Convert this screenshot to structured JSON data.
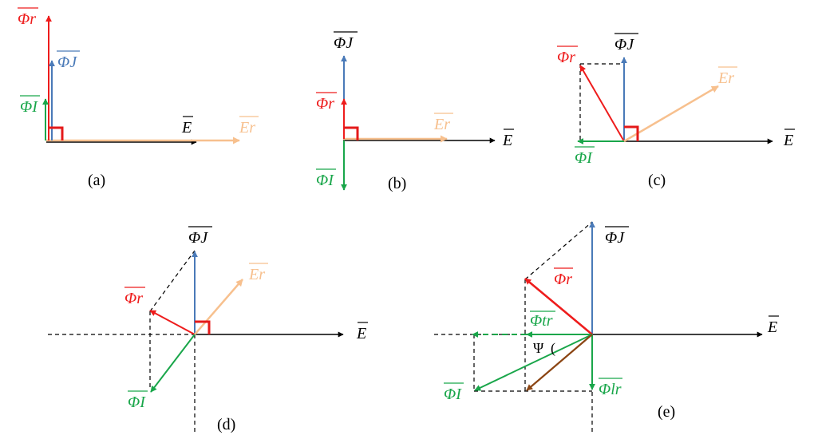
{
  "colors": {
    "phi_r": "#ee1c1c",
    "phi_j": "#4a7ab8",
    "phi_i": "#19a64a",
    "e_r": "#f7c08e",
    "e": "#000000",
    "right_angle": "#e41a1a",
    "brown": "#8b4513"
  },
  "labels": {
    "phi_r": "Φr",
    "phi_j": "ΦJ",
    "phi_i": "ΦI",
    "e_r": "Er",
    "e": "E",
    "phi_tr": "Φtr",
    "phi_lr": "Φlr",
    "psi": "Ψ",
    "psi_arc": "("
  },
  "captions": {
    "a": "(a)",
    "b": "(b)",
    "c": "(c)",
    "d": "(d)",
    "e": "(e)"
  }
}
